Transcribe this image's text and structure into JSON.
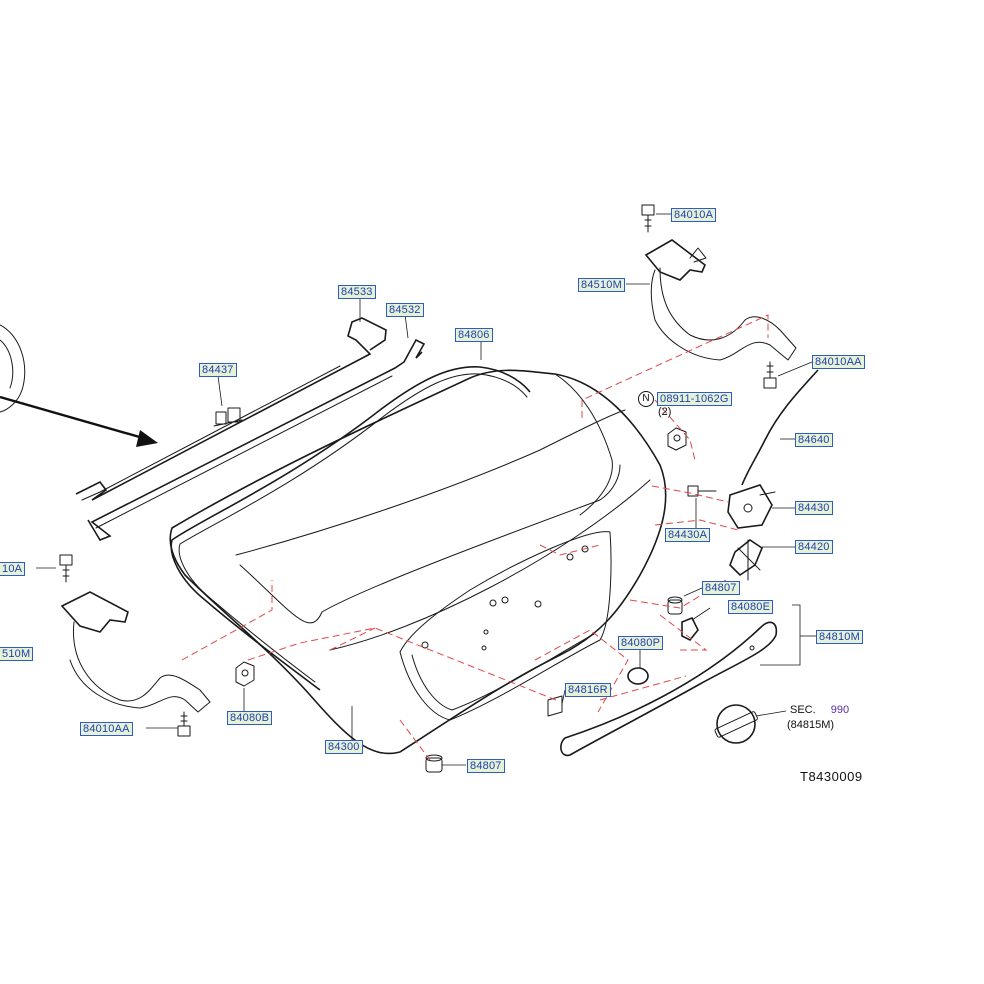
{
  "diagram": {
    "drawing_code": "T8430009",
    "callouts": {
      "p84010A_top": "84010A",
      "p84510M_right": "84510M",
      "p84533": "84533",
      "p84532": "84532",
      "p84806": "84806",
      "p84437": "84437",
      "p84010AA_right": "84010AA",
      "p08911": "08911-1062G",
      "p84640": "84640",
      "p84430": "84430",
      "p84430A": "84430A",
      "p84420": "84420",
      "p84807_right": "84807",
      "p84080E": "84080E",
      "p84810M": "84810M",
      "p84080P": "84080P",
      "p84816R": "84816R",
      "p84010A_left": "10A",
      "p84510M_left": "510M",
      "p84080B": "84080B",
      "p84010AA_left": "84010AA",
      "p84300": "84300",
      "p84807_bottom": "84807"
    },
    "nut_badge": "N",
    "nut_qty": "(2)",
    "section_ref": {
      "prefix": "SEC.",
      "number": "990",
      "sub": "(84815M)"
    }
  }
}
